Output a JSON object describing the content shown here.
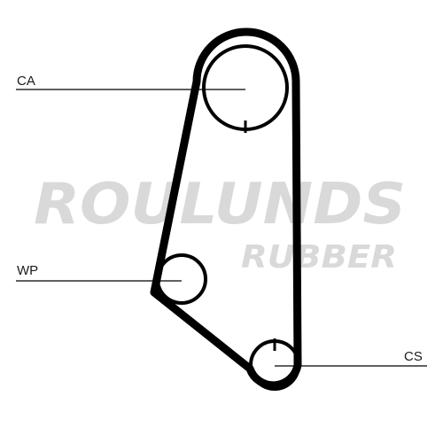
{
  "watermark": {
    "brand": "ROULUNDS",
    "sub": "RUBBER"
  },
  "labels": {
    "ca": "CA",
    "wp": "WP",
    "cs": "CS"
  }
}
